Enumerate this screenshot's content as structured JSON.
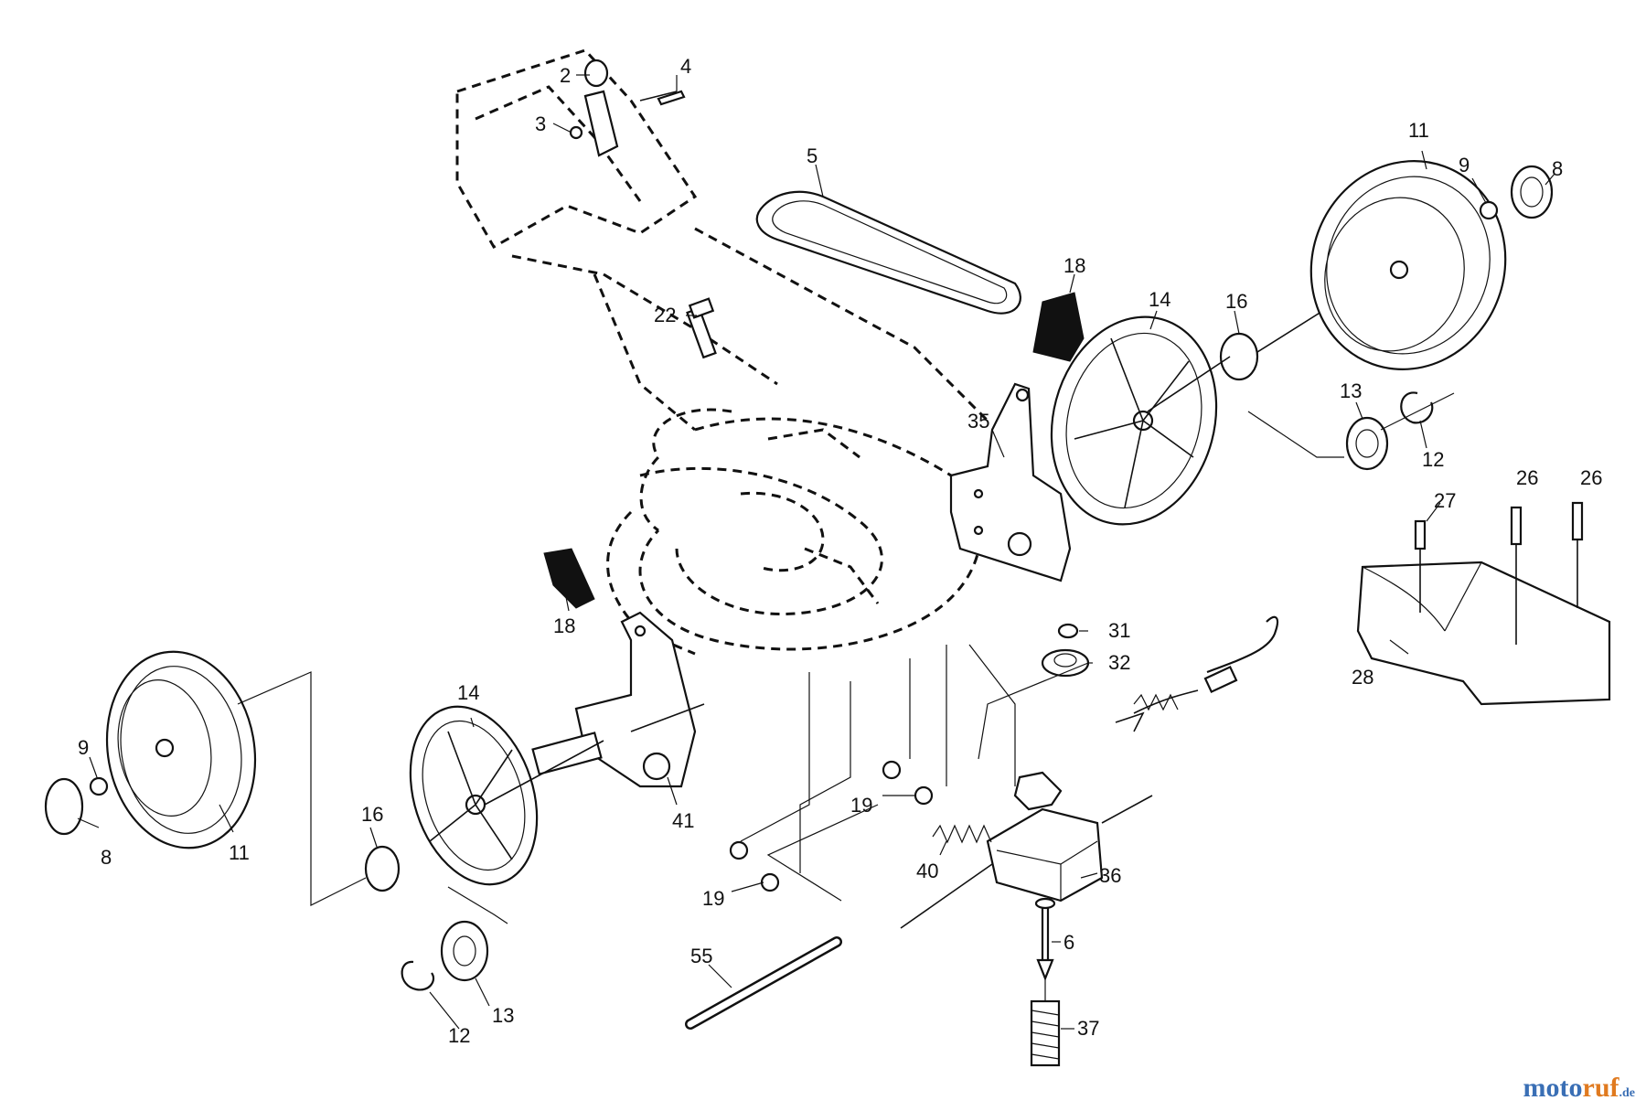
{
  "callouts": [
    "2",
    "4",
    "3",
    "5",
    "11",
    "9",
    "8",
    "18",
    "14",
    "16",
    "22",
    "35",
    "13",
    "12",
    "27",
    "26",
    "26",
    "18",
    "31",
    "32",
    "28",
    "14",
    "9",
    "8",
    "11",
    "16",
    "41",
    "19",
    "19",
    "40",
    "36",
    "6",
    "55",
    "13",
    "12",
    "37"
  ],
  "watermark": {
    "part1": "moto",
    "part2": "ruf",
    "part3": ".de"
  },
  "colors": {
    "line": "#111111",
    "watermark_blue": "#3a6fb5",
    "watermark_orange": "#e07a1f"
  }
}
